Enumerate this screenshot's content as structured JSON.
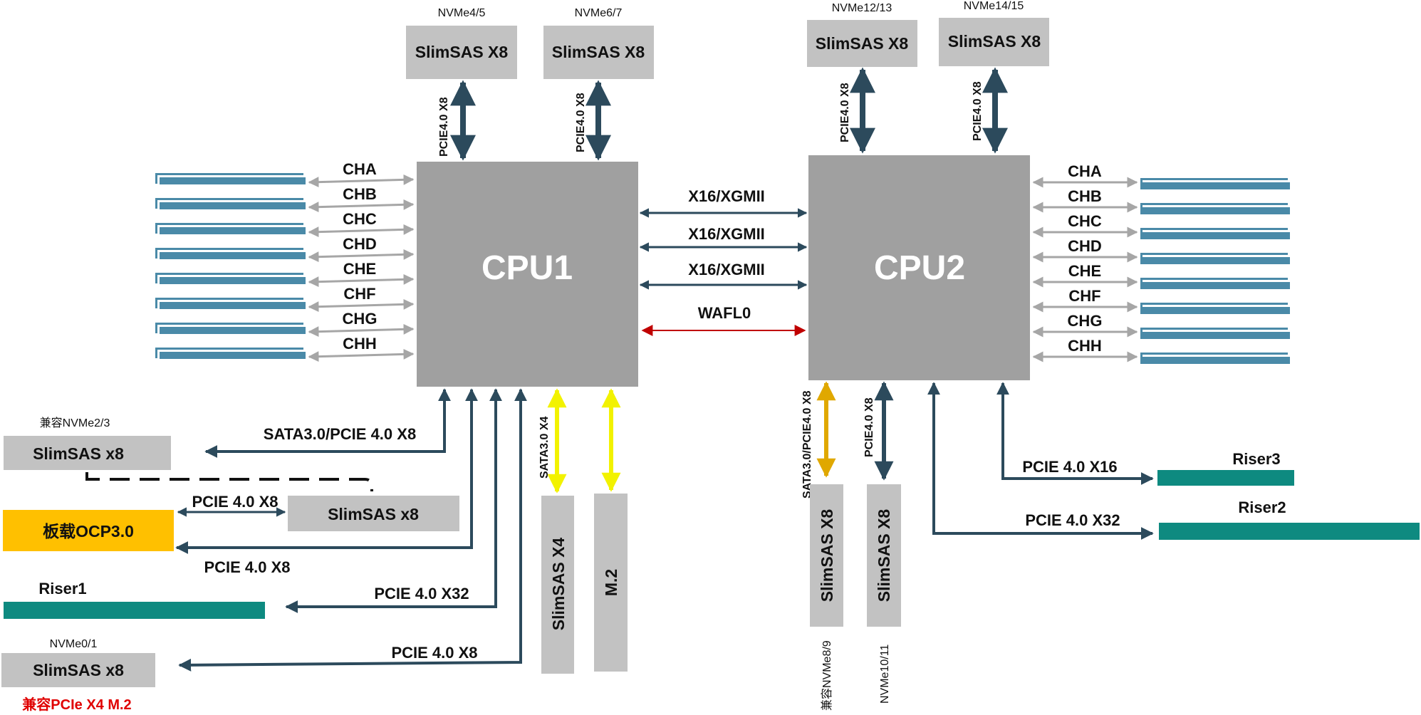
{
  "colors": {
    "cpu_fill": "#a0a0a0",
    "box_fill": "#c2c2c2",
    "dimm_fill": "#4a8aa8",
    "riser_fill": "#0e8a80",
    "ocp_fill": "#ffc000",
    "link_dark": "#2c4a5c",
    "link_gray": "#a6a6a6",
    "link_red": "#c00000",
    "link_yellow": "#f2f200",
    "link_amber": "#e0a800",
    "warn_red": "#e00000"
  },
  "cpu1": {
    "label": "CPU1"
  },
  "cpu2": {
    "label": "CPU2"
  },
  "memory_channels": [
    "CHA",
    "CHB",
    "CHC",
    "CHD",
    "CHE",
    "CHF",
    "CHG",
    "CHH"
  ],
  "interconnect": {
    "xgmi": [
      "X16/XGMII",
      "X16/XGMII",
      "X16/XGMII"
    ],
    "wafl": "WAFL0"
  },
  "cpu1_top": [
    {
      "name": "NVMe4/5",
      "box": "SlimSAS X8",
      "link": "PCIE4.0 X8"
    },
    {
      "name": "NVMe6/7",
      "box": "SlimSAS X8",
      "link": "PCIE4.0 X8"
    }
  ],
  "cpu2_top": [
    {
      "name": "NVMe12/13",
      "box": "SlimSAS X8",
      "link": "PCIE4.0 X8"
    },
    {
      "name": "NVMe14/15",
      "box": "SlimSAS X8",
      "link": "PCIE4.0 X8"
    }
  ],
  "cpu1_bottom": {
    "slimsas_nvme23": {
      "name": "兼容NVMe2/3",
      "box": "SlimSAS x8",
      "link": "SATA3.0/PCIE 4.0 X8"
    },
    "slimsas_mid": {
      "box": "SlimSAS x8",
      "link": "PCIE 4.0 X8"
    },
    "ocp": {
      "box": "板载OCP3.0",
      "link": "PCIE 4.0 X8"
    },
    "riser1": {
      "name": "Riser1",
      "link": "PCIE 4.0 X32"
    },
    "slimsas_nvme01": {
      "name": "NVMe0/1",
      "box": "SlimSAS x8",
      "link": "PCIE 4.0 X8",
      "note": "兼容PCIe X4 M.2"
    },
    "slimsas_x4": {
      "box": "SlimSAS X4",
      "link": "SATA3.0 X4"
    },
    "m2": {
      "box": "M.2"
    }
  },
  "cpu2_bottom": {
    "slimsas_a": {
      "box": "SlimSAS X8",
      "link": "SATA3.0/PCIE4.0 X8",
      "name": "兼容NVMe8/9"
    },
    "slimsas_b": {
      "box": "SlimSAS X8",
      "link": "PCIE4.0 X8",
      "name": "NVMe10/11"
    },
    "riser3": {
      "name": "Riser3",
      "link": "PCIE 4.0 X16"
    },
    "riser2": {
      "name": "Riser2",
      "link": "PCIE 4.0 X32"
    }
  }
}
